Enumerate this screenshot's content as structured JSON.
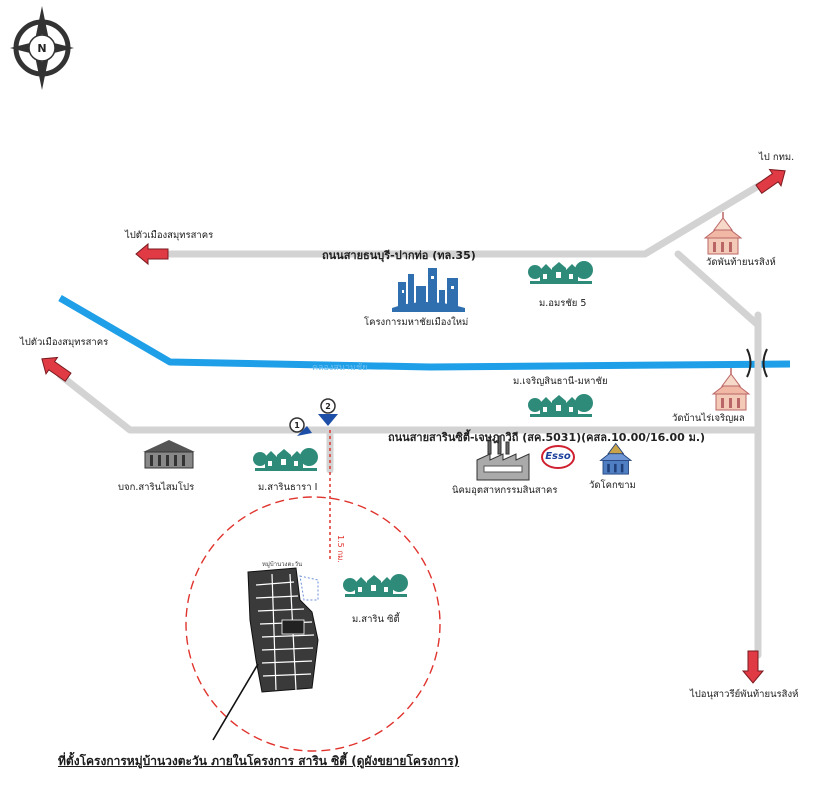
{
  "compass": {
    "letter": "N",
    "icon": "north-arrow-compass-icon"
  },
  "roads": {
    "road_35": "ถนนสายธนบุรี-ปากท่อ (ทล.35)",
    "road_5031": "ถนนสายสารินซิตี้-เจษฎาวิถี (สค.5031)(คสล.10.00/16.00 ม.)"
  },
  "directions": {
    "to_bangkok": "ไป กทม.",
    "to_samut_sakhon_top": "ไปตัวเมืองสมุทรสาคร",
    "to_samut_sakhon_left": "ไปตัวเมืองสมุทรสาคร",
    "to_monument": "ไปอนุสาวรีย์พันท้ายนรสิงห์"
  },
  "landmarks": {
    "wat_phan_thai": "วัดพันท้ายนรสิงห์",
    "mahachai_project": "โครงการมหาชัยเมืองใหม่",
    "amornchai": "ม.อมรชัย 5",
    "charoensin": "ม.เจริญสินธานี-มหาชัย",
    "wat_rai_charoen": "วัดบ้านไร่เจริญผล",
    "sarin_siam": "บจก.สารินไสมโปร",
    "sarin_thara": "ม.สารินธารา I",
    "industrial_estate": "นิคมอุตสาหกรรมสินสาคร",
    "wat_khok_kham": "วัดโคกขาม",
    "sarin_city": "ม.สาริน ซิตี้",
    "esso": "Esso",
    "canal": "คลองสนามชัย",
    "distance": "1.5 กม."
  },
  "markers": {
    "marker_1": "1",
    "marker_2": "2"
  },
  "site": {
    "caption": "ที่ตั้งโครงการหมู่บ้านวงตะวัน ภายในโครงการ สาริน ซิตี้ (ดูผังขยายโครงการ)",
    "plan_label": "หมู่บ้านวงตะวัน"
  },
  "colors": {
    "road": "#d3d3d3",
    "canal": "#1e9fe8",
    "arrow": "#e03a44",
    "house": "#2e8b7a",
    "icon_blue": "#2f6fb0",
    "circle": "#e0342e"
  }
}
